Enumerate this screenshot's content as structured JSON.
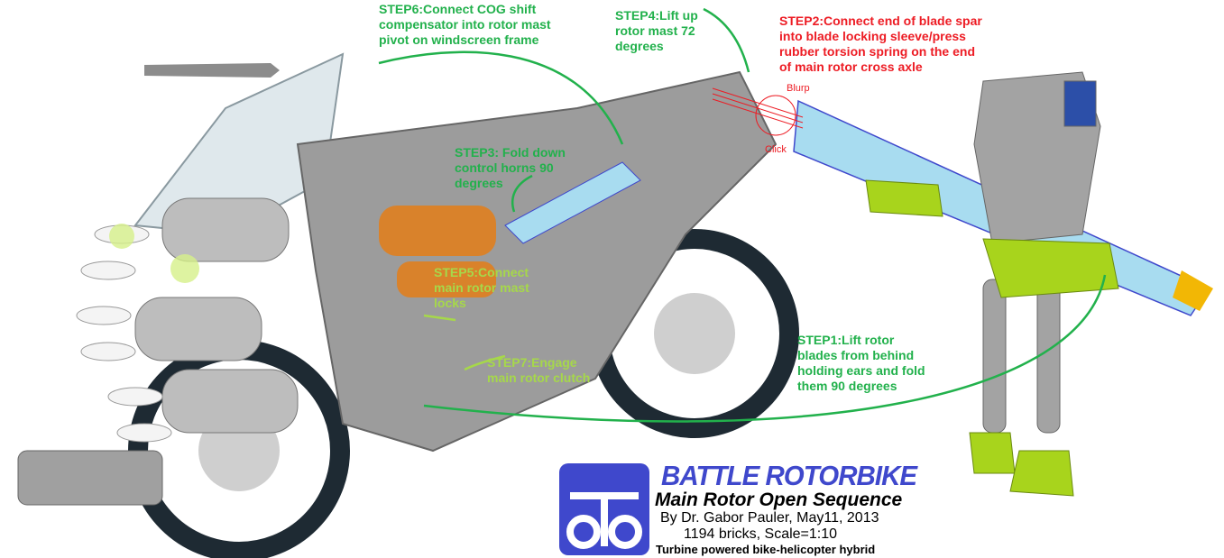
{
  "annotations": {
    "step6": "STEP6:Connect COG shift\ncompensator into rotor mast\npivot on windscreen frame",
    "step4": "STEP4:Lift up\nrotor mast 72\ndegrees",
    "step2": "STEP2:Connect end of blade spar\ninto blade locking sleeve/press\nrubber torsion spring on the end\nof main rotor cross axle",
    "blurp": "Blurp",
    "click": "Click",
    "step3": "STEP3: Fold down\ncontrol horns 90\ndegrees",
    "step5": "STEP5:Connect\nmain rotor mast\nlocks",
    "step7": "STEP7:Engage\nmain rotor clutch",
    "step1": "STEP1:Lift rotor\nblades from behind\nholding ears and fold\nthem 90 degrees"
  },
  "credits": {
    "logo_text": "oTo",
    "title": "BATTLE ROTORBIKE",
    "subtitle": "Main Rotor Open Sequence",
    "author": "By Dr. Gabor Pauler, May11, 2013",
    "stats": "1194 bricks, Scale=1:10",
    "tagline": "Turbine powered bike-helicopter hybrid"
  },
  "colors": {
    "step_green": "#22b14c",
    "step_red": "#ed1c24",
    "step_lime": "#a6d84a",
    "logo_blue": "#3f48cc"
  }
}
